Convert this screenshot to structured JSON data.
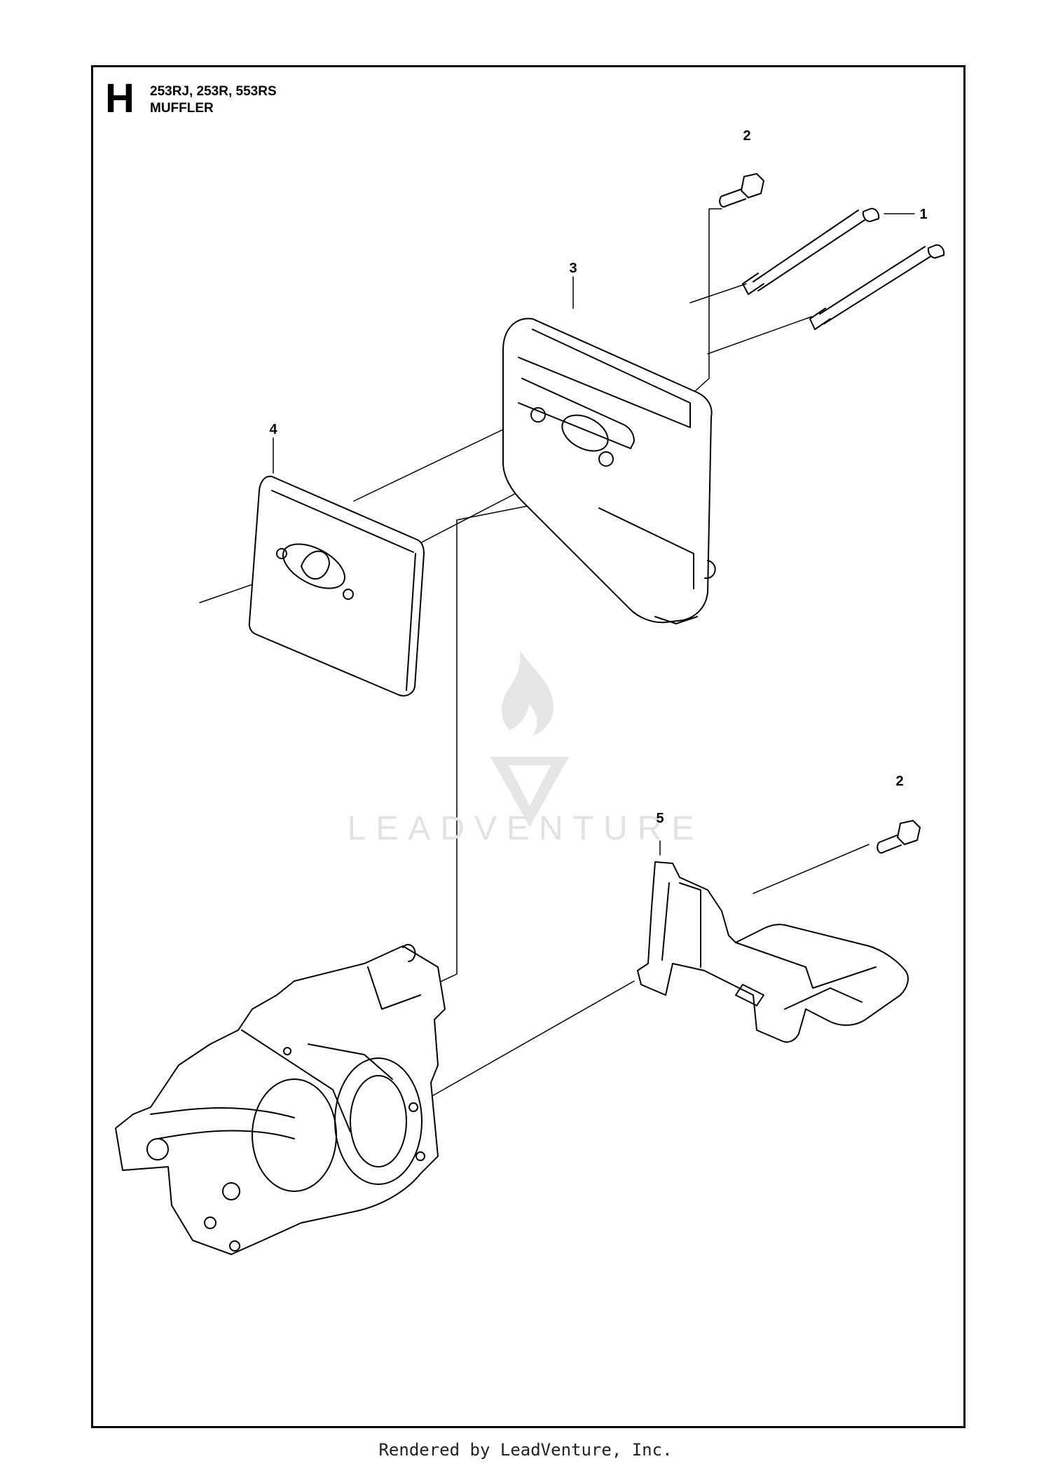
{
  "header": {
    "section_letter": "H",
    "models": "253RJ, 253R, 553RS",
    "subtitle": "MUFFLER"
  },
  "callouts": [
    {
      "id": "callout-1",
      "label": "1"
    },
    {
      "id": "callout-2-top",
      "label": "2"
    },
    {
      "id": "callout-3",
      "label": "3"
    },
    {
      "id": "callout-4",
      "label": "4"
    },
    {
      "id": "callout-5",
      "label": "5"
    },
    {
      "id": "callout-2-bottom",
      "label": "2"
    }
  ],
  "watermark": {
    "text": "LEADVENTURE",
    "icon": "flame-v-logo-icon"
  },
  "footer": {
    "text": "Rendered by LeadVenture, Inc."
  },
  "colors": {
    "line": "#000000",
    "watermark": "#e2e2e2"
  }
}
